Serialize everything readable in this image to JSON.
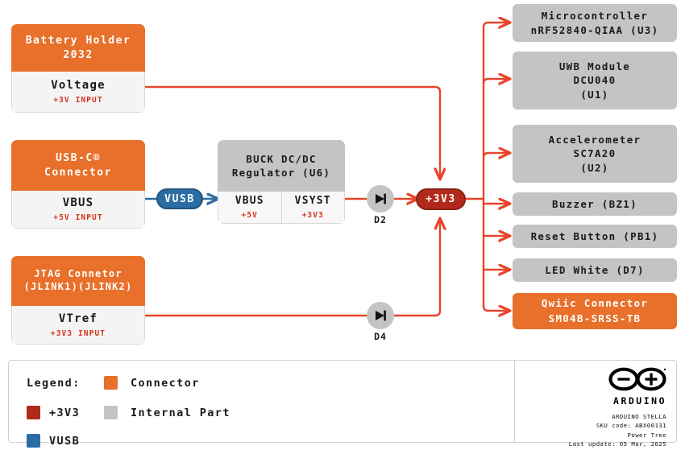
{
  "diagram": {
    "title": "Arduino Stella Power Tree",
    "colors": {
      "connector": "#E8702A",
      "internal_part": "#C4C4C4",
      "v3v3": "#B02A1B",
      "vusb": "#2B6CA3",
      "wire_red": "#E8442A",
      "wire_blue": "#2B6CA3"
    }
  },
  "sources": {
    "battery": {
      "title_line1": "Battery Holder",
      "title_line2": "2032",
      "rail_name": "Voltage",
      "rail_value": "+3V INPUT"
    },
    "usb": {
      "title_line1": "USB-C®",
      "title_line2": "Connector",
      "rail_name": "VBUS",
      "rail_value": "+5V INPUT"
    },
    "jtag": {
      "title_line1": "JTAG Connetor",
      "title_line2": "(JLINK1)(JLINK2)",
      "rail_name": "VTref",
      "rail_value": "+3V3 INPUT"
    }
  },
  "regulator": {
    "title_line1": "BUCK DC/DC",
    "title_line2": "Regulator (U6)",
    "input_name": "VBUS",
    "input_value": "+5V",
    "output_name": "VSYST",
    "output_value": "+3V3"
  },
  "nets": {
    "vusb_label": "VUSB",
    "v3v3_label": "+3V3"
  },
  "diodes": [
    {
      "label": "D2"
    },
    {
      "label": "D4"
    }
  ],
  "loads": [
    {
      "lines": [
        "Microcontroller",
        "nRF52840-QIAA (U3)"
      ],
      "kind": "internal"
    },
    {
      "lines": [
        "UWB Module",
        "DCU040",
        "(U1)"
      ],
      "kind": "internal"
    },
    {
      "lines": [
        "Accelerometer",
        "SC7A20",
        "(U2)"
      ],
      "kind": "internal"
    },
    {
      "lines": [
        "Buzzer (BZ1)"
      ],
      "kind": "internal"
    },
    {
      "lines": [
        "Reset Button (PB1)"
      ],
      "kind": "internal"
    },
    {
      "lines": [
        "LED White (D7)"
      ],
      "kind": "internal"
    },
    {
      "lines": [
        "Qwiic Connector",
        "SM04B-SRSS-TB"
      ],
      "kind": "connector"
    }
  ],
  "legend": {
    "title": "Legend:",
    "items": [
      {
        "label": "Connector",
        "color": "#E8702A"
      },
      {
        "label": "+3V3",
        "color": "#B02A1B"
      },
      {
        "label": "Internal Part",
        "color": "#C4C4C4"
      },
      {
        "label": "VUSB",
        "color": "#2B6CA3"
      }
    ]
  },
  "brand": {
    "name": "ARDUINO",
    "product": "ARDUINO STELLA",
    "sku": "SKU code: ABX00131",
    "doc_type": "Power Tree",
    "last_update": "Last update: 05 Mar, 2025"
  }
}
